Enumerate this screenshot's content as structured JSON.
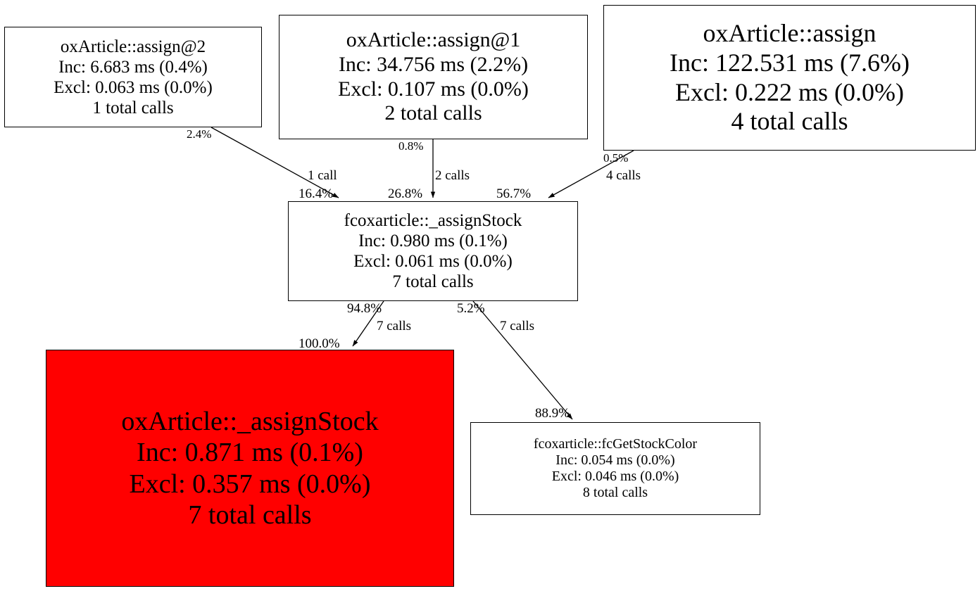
{
  "graph": {
    "type": "callgraph",
    "title": "Profiler call graph",
    "background": "#ffffff",
    "highlight_color": "#ff0000",
    "node_border_color": "#000000",
    "edge_color": "#000000"
  },
  "nodes": [
    {
      "id": "oxArticle_assign2",
      "name": "oxArticle::assign@2",
      "inclusive": "Inc: 6.683 ms (0.4%)",
      "exclusive": "Excl: 0.063 ms (0.0%)",
      "calls": "1 total calls",
      "inc_ms": 6.683,
      "inc_pct": 0.4,
      "excl_ms": 0.063,
      "excl_pct": 0.0,
      "total_calls": 1,
      "fill": "#ffffff"
    },
    {
      "id": "oxArticle_assign1",
      "name": "oxArticle::assign@1",
      "inclusive": "Inc: 34.756 ms (2.2%)",
      "exclusive": "Excl: 0.107 ms (0.0%)",
      "calls": "2 total calls",
      "inc_ms": 34.756,
      "inc_pct": 2.2,
      "excl_ms": 0.107,
      "excl_pct": 0.0,
      "total_calls": 2,
      "fill": "#ffffff"
    },
    {
      "id": "oxArticle_assign",
      "name": "oxArticle::assign",
      "inclusive": "Inc: 122.531 ms (7.6%)",
      "exclusive": "Excl: 0.222 ms (0.0%)",
      "calls": "4 total calls",
      "inc_ms": 122.531,
      "inc_pct": 7.6,
      "excl_ms": 0.222,
      "excl_pct": 0.0,
      "total_calls": 4,
      "fill": "#ffffff"
    },
    {
      "id": "fcoxarticle__assignStock",
      "name": "fcoxarticle::_assignStock",
      "inclusive": "Inc: 0.980 ms (0.1%)",
      "exclusive": "Excl: 0.061 ms (0.0%)",
      "calls": "7 total calls",
      "inc_ms": 0.98,
      "inc_pct": 0.1,
      "excl_ms": 0.061,
      "excl_pct": 0.0,
      "total_calls": 7,
      "fill": "#ffffff"
    },
    {
      "id": "oxArticle__assignStock",
      "name": "oxArticle::_assignStock",
      "inclusive": "Inc: 0.871 ms (0.1%)",
      "exclusive": "Excl: 0.357 ms (0.0%)",
      "calls": "7 total calls",
      "inc_ms": 0.871,
      "inc_pct": 0.1,
      "excl_ms": 0.357,
      "excl_pct": 0.0,
      "total_calls": 7,
      "fill": "#ff0000"
    },
    {
      "id": "fcoxarticle_fcGetStockColor",
      "name": "fcoxarticle::fcGetStockColor",
      "inclusive": "Inc: 0.054 ms (0.0%)",
      "exclusive": "Excl: 0.046 ms (0.0%)",
      "calls": "8 total calls",
      "inc_ms": 0.054,
      "inc_pct": 0.0,
      "excl_ms": 0.046,
      "excl_pct": 0.0,
      "total_calls": 8,
      "fill": "#ffffff"
    }
  ],
  "edges": [
    {
      "id": "e1",
      "from": "oxArticle_assign2",
      "to": "fcoxarticle__assignStock",
      "tail_pct": "2.4%",
      "head_pct": "16.4%",
      "calls": "1 call"
    },
    {
      "id": "e2",
      "from": "oxArticle_assign1",
      "to": "fcoxarticle__assignStock",
      "tail_pct": "0.8%",
      "head_pct": "26.8%",
      "calls": "2 calls"
    },
    {
      "id": "e3",
      "from": "oxArticle_assign",
      "to": "fcoxarticle__assignStock",
      "tail_pct": "0.5%",
      "head_pct": "56.7%",
      "calls": "4 calls"
    },
    {
      "id": "e4",
      "from": "fcoxarticle__assignStock",
      "to": "oxArticle__assignStock",
      "tail_pct": "94.8%",
      "head_pct": "100.0%",
      "calls": "7 calls"
    },
    {
      "id": "e5",
      "from": "fcoxarticle__assignStock",
      "to": "fcoxarticle_fcGetStockColor",
      "tail_pct": "5.2%",
      "head_pct": "88.9%",
      "calls": "7 calls"
    }
  ]
}
